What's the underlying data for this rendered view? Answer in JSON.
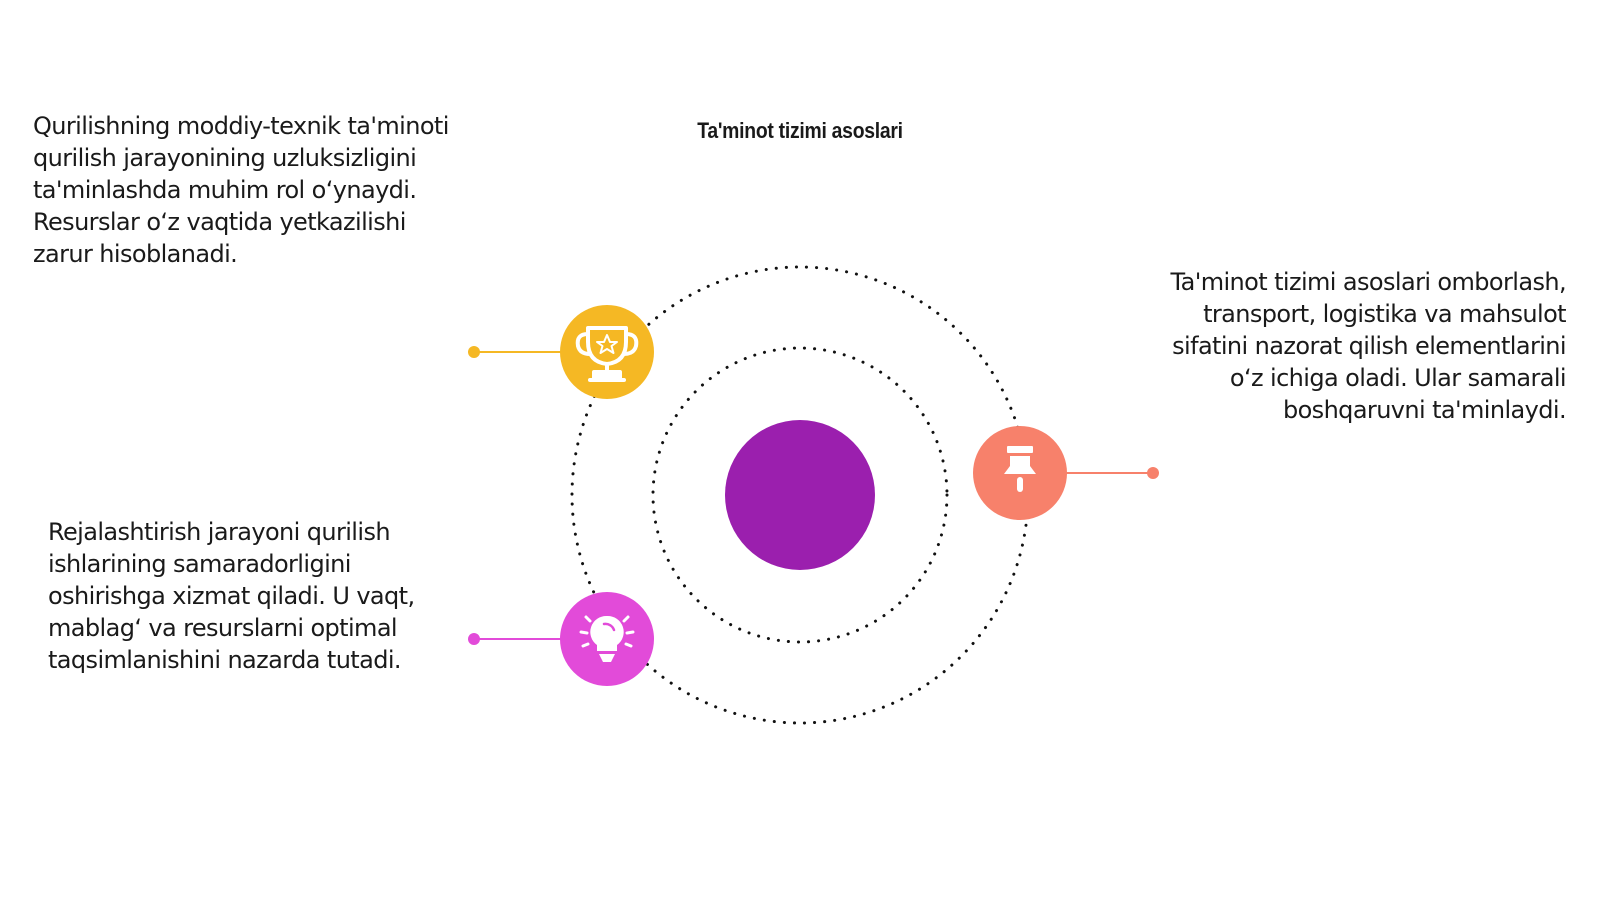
{
  "title": "Ta'minot tizimi asoslari",
  "items": [
    {
      "id": "trophy",
      "icon": "trophy-icon",
      "color": "#F5B824",
      "text": "Qurilishning moddiy-texnik ta'minoti qurilish jarayonining uzluksizligini ta'minlashda muhim rol o‘ynaydi. Resurslar o‘z vaqtida yetkazilishi zarur hisoblanadi."
    },
    {
      "id": "pin",
      "icon": "pushpin-icon",
      "color": "#F7816B",
      "text": "Ta'minot tizimi asoslari omborlash, transport, logistika va mahsulot sifatini nazorat qilish elementlarini o‘z ichiga oladi. Ular samarali boshqaruvni ta'minlaydi."
    },
    {
      "id": "bulb",
      "icon": "lightbulb-icon",
      "color": "#E24BD9",
      "text": "Rejalashtirish jarayoni qurilish ishlarining samaradorligini oshirishga xizmat qiladi. U vaqt, mablag‘ va resurslarni optimal taqsimlanishini nazarda tutadi."
    }
  ],
  "center_color": "#9B1FAE"
}
